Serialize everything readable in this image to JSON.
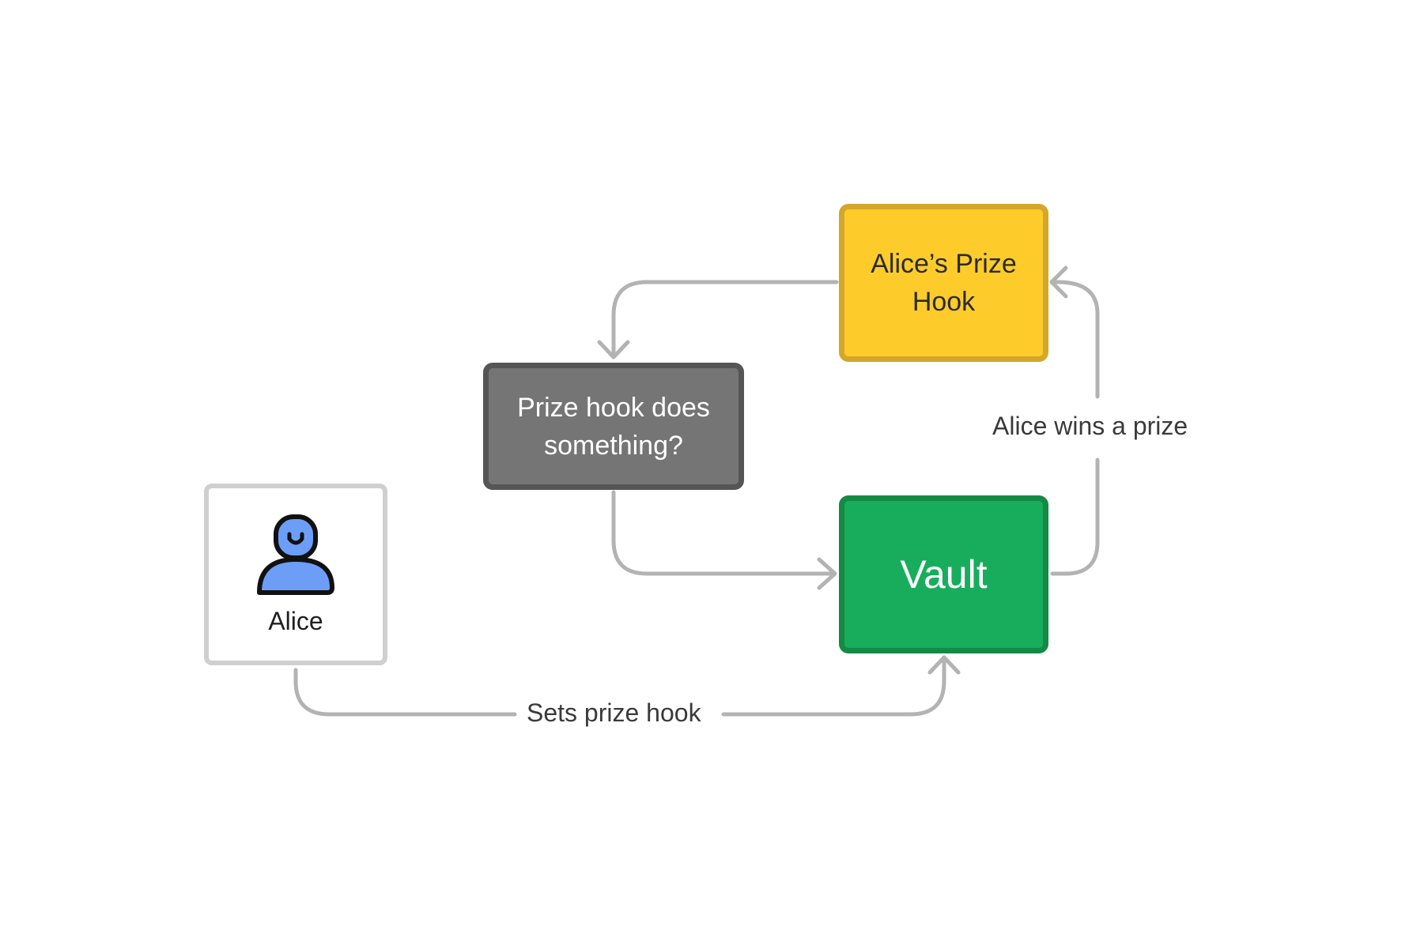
{
  "diagram": {
    "nodes": {
      "alice": {
        "label": "Alice",
        "icon": "person-icon"
      },
      "prize_hook": {
        "label": "Alice’s Prize Hook"
      },
      "hook_action": {
        "label": "Prize hook does something?"
      },
      "vault": {
        "label": "Vault"
      }
    },
    "edges": {
      "sets_prize_hook": {
        "label": "Sets prize hook",
        "from": "alice",
        "to": "vault"
      },
      "wins_prize": {
        "label": "Alice wins a prize",
        "from": "vault",
        "to": "prize_hook"
      },
      "hook_to_action": {
        "label": "",
        "from": "prize_hook",
        "to": "hook_action"
      },
      "action_to_vault": {
        "label": "",
        "from": "hook_action",
        "to": "vault"
      }
    },
    "colors": {
      "edge": "#b3b3b3",
      "alice_border": "#cfcfcf",
      "person_fill": "#6c9ef8",
      "hook_fill": "#fdcc2b",
      "hook_border": "#d4a72a",
      "action_fill": "#757575",
      "action_border": "#555555",
      "vault_fill": "#17ad5c",
      "vault_border": "#148a45"
    }
  }
}
